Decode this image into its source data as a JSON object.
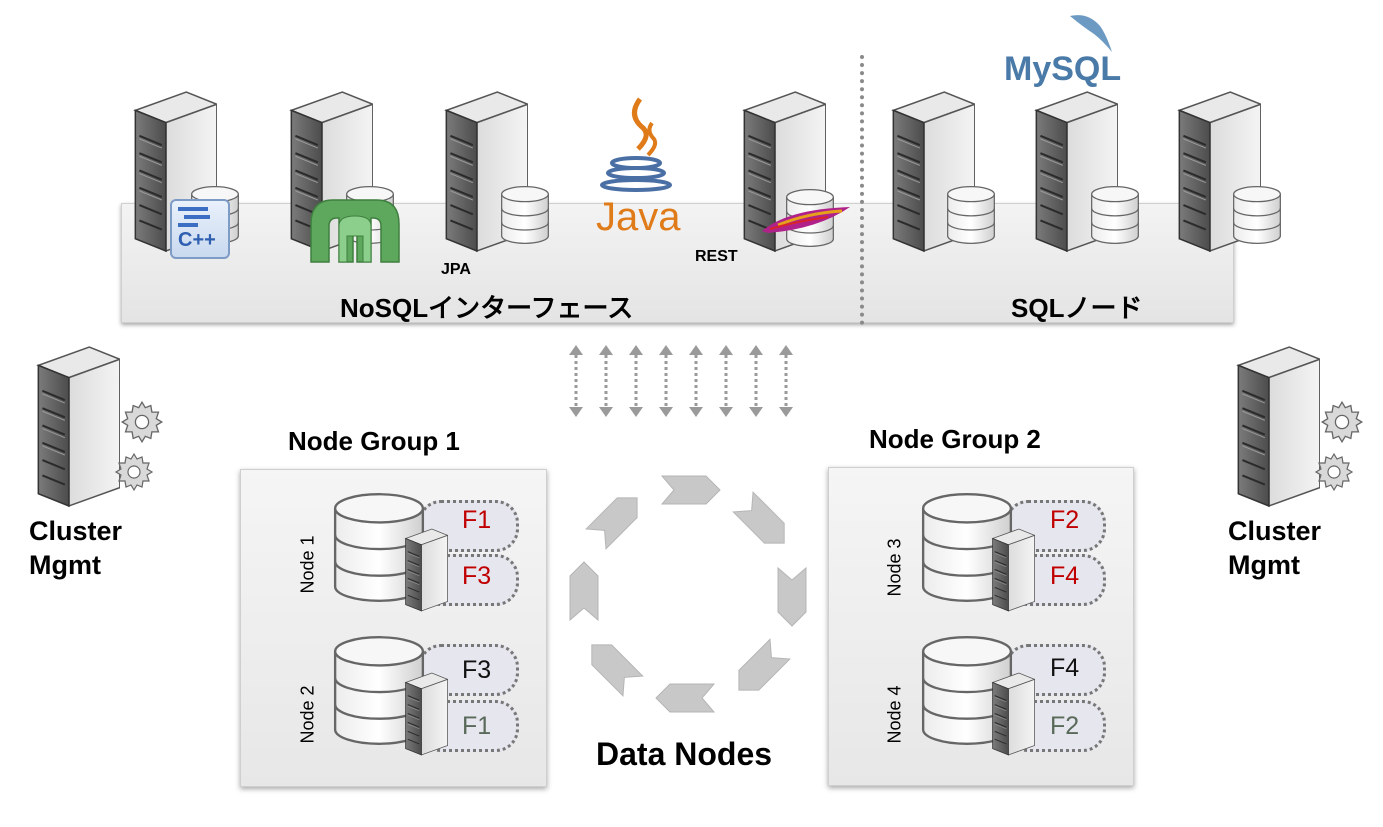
{
  "top": {
    "nosql_label": "NoSQLインターフェース",
    "sql_label": "SQLノード",
    "jpa_label": "JPA",
    "rest_label": "REST",
    "java_logo_text": "Java",
    "mysql_logo_text": "MySQL",
    "cpp_logo_text": "C++"
  },
  "cluster_mgmt": {
    "left_line1": "Cluster",
    "left_line2": "Mgmt",
    "right_line1": "Cluster",
    "right_line2": "Mgmt"
  },
  "node_group_1": {
    "title": "Node Group 1",
    "node1_label": "Node 1",
    "node1_primary": "F1",
    "node1_secondary": "F3",
    "node2_label": "Node 2",
    "node2_primary": "F3",
    "node2_secondary": "F1"
  },
  "node_group_2": {
    "title": "Node Group 2",
    "node3_label": "Node 3",
    "node3_primary": "F2",
    "node3_secondary": "F4",
    "node4_label": "Node 4",
    "node4_primary": "F4",
    "node4_secondary": "F2"
  },
  "data_nodes_label": "Data Nodes",
  "colors": {
    "primary_fragment": "#c00000",
    "backup_fragment": "#5a6a5a",
    "active_fragment": "#111111"
  }
}
